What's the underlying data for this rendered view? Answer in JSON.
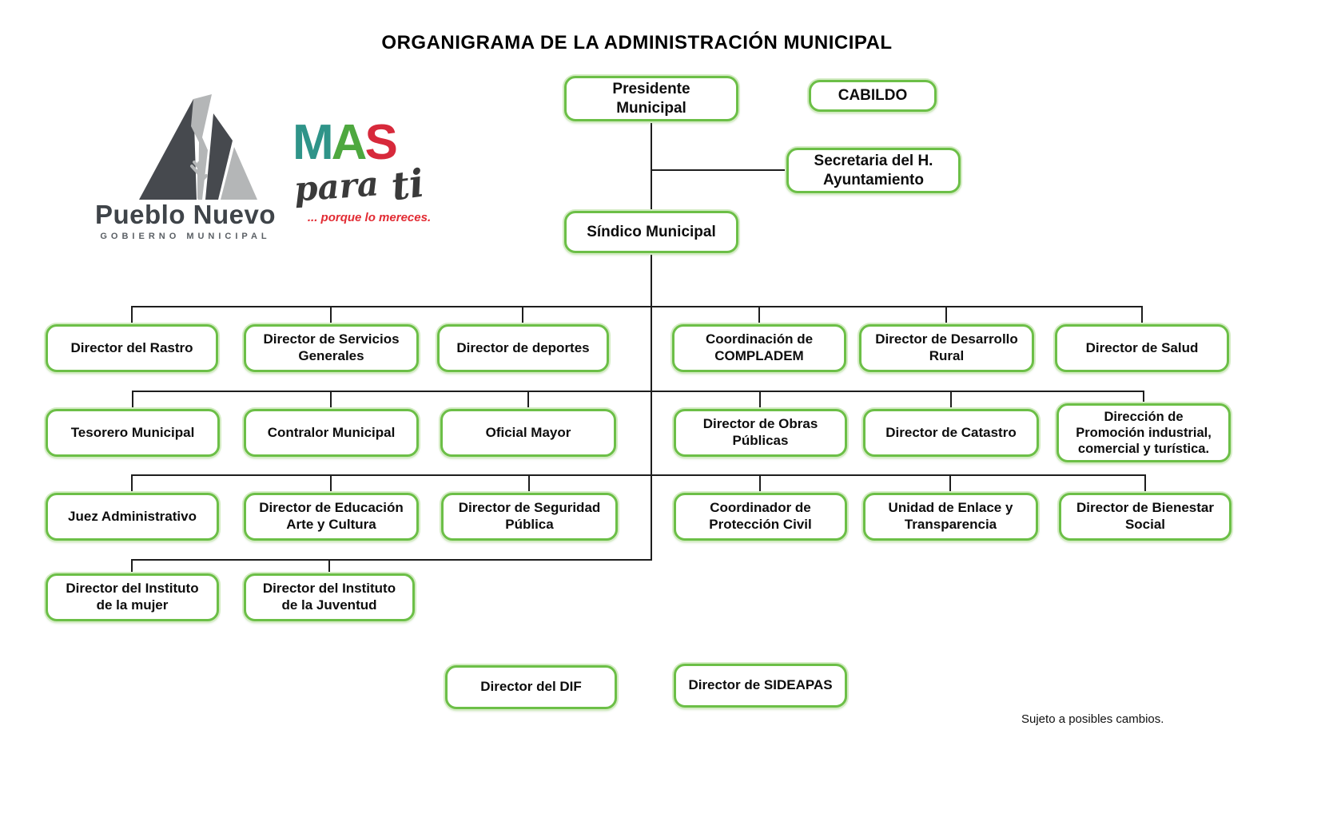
{
  "title": "ORGANIGRAMA DE LA ADMINISTRACIÓN MUNICIPAL",
  "branding": {
    "municipality": "Pueblo Nuevo",
    "government_label": "GOBIERNO MUNICIPAL",
    "slogan": {
      "mas_m": "M",
      "mas_a": "A",
      "mas_s": "S",
      "para": "para",
      "ti": "ti",
      "tagline": "... porque lo mereces."
    },
    "colors": {
      "logo_dark_gray": "#46494e",
      "logo_light_gray": "#b4b6b7",
      "slogan_teal": "#2f9489",
      "slogan_green": "#4ea83f",
      "slogan_red": "#d7293b",
      "box_border_green": "#6cbf47",
      "connector_black": "#1e1e1e"
    }
  },
  "chart": {
    "top": {
      "presidente": {
        "label": "Presidente\nMunicipal"
      },
      "cabildo": {
        "label": "CABILDO"
      },
      "secretaria": {
        "label": "Secretaria del H.\nAyuntamiento"
      },
      "sindico": {
        "label": "Síndico Municipal"
      }
    },
    "rows": [
      {
        "items": [
          {
            "label": "Director del Rastro"
          },
          {
            "label": "Director de  Servicios\nGenerales"
          },
          {
            "label": "Director de deportes"
          },
          {
            "label": "Coordinación de\nCOMPLADEM"
          },
          {
            "label": "Director de Desarrollo\nRural"
          },
          {
            "label": "Director de Salud"
          }
        ]
      },
      {
        "items": [
          {
            "label": "Tesorero Municipal"
          },
          {
            "label": "Contralor Municipal"
          },
          {
            "label": "Oficial Mayor"
          },
          {
            "label": "Director de Obras\nPúblicas"
          },
          {
            "label": "Director de Catastro"
          },
          {
            "label": "Dirección de\nPromoción industrial,\ncomercial y turística."
          }
        ]
      },
      {
        "items": [
          {
            "label": "Juez Administrativo"
          },
          {
            "label": "Director de Educación\nArte y Cultura"
          },
          {
            "label": "Director de Seguridad\nPública"
          },
          {
            "label": "Coordinador de\nProtección Civil"
          },
          {
            "label": "Unidad de Enlace y\nTransparencia"
          },
          {
            "label": "Director de Bienestar\nSocial"
          }
        ]
      },
      {
        "items": [
          {
            "label": "Director del Instituto\nde la mujer"
          },
          {
            "label": "Director del Instituto\nde la Juventud"
          }
        ]
      },
      {
        "items": [
          {
            "label": "Director del DIF"
          },
          {
            "label": "Director de SIDEAPAS"
          }
        ]
      }
    ]
  },
  "footnote": "Sujeto a posibles cambios."
}
